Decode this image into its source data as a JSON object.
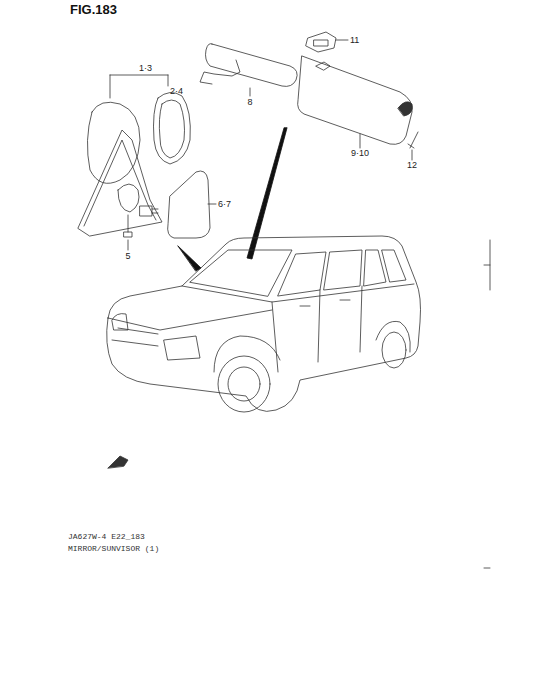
{
  "diagram": {
    "title": "FIG.183",
    "labels": [
      "1·3",
      "2·4",
      "5",
      "6·7",
      "8",
      "9·10",
      "11",
      "12",
      "JA627W-4 E22_183",
      "MIRROR/SUNVISOR (1)"
    ]
  }
}
